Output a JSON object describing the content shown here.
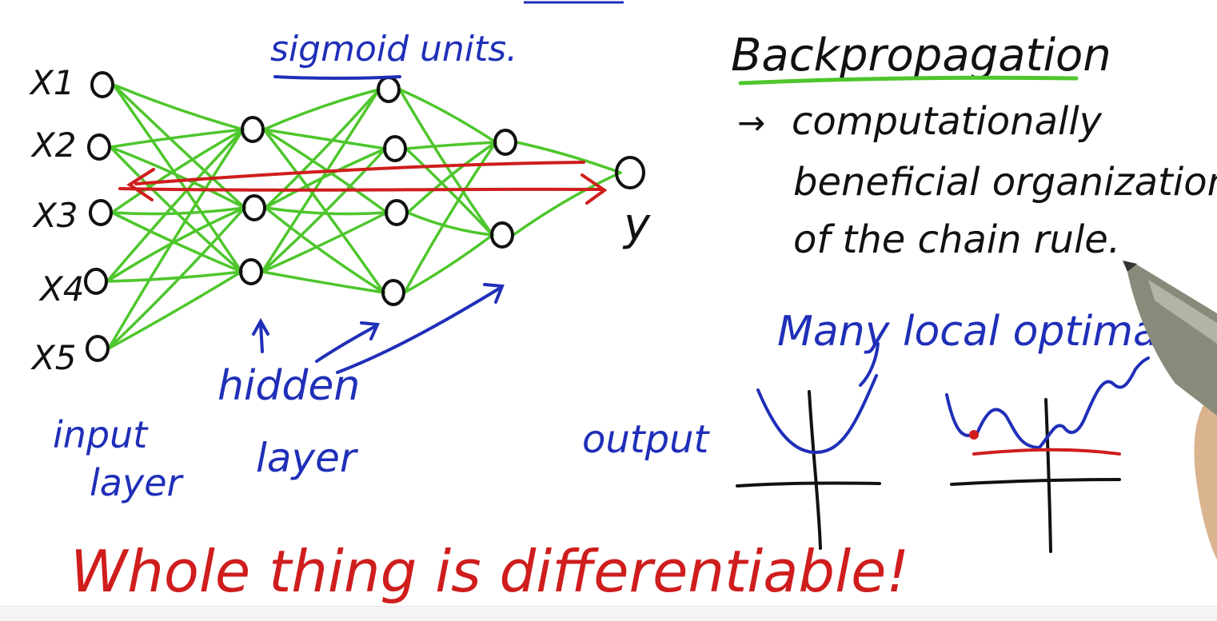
{
  "colors": {
    "ink": "#111111",
    "blue": "#1f2fb8",
    "green": "#4ec62c",
    "red": "#cf1d1d",
    "pen_body": "#8a8a7a",
    "hand": "#d9b48f"
  },
  "network": {
    "inputs": [
      "X1",
      "X2",
      "X3",
      "X4",
      "X5"
    ],
    "output_label": "y",
    "top_label": "sigmoid units.",
    "input_label_1": "input",
    "input_label_2": "layer",
    "hidden_label_1": "hidden",
    "hidden_label_2": "layer",
    "output_text": "output",
    "bottom_text": "Whole thing is differentiable!"
  },
  "notes": {
    "title": "Backpropagation",
    "arrow": "→",
    "line1": "computationally",
    "line2": "beneficial organization",
    "line3": "of the chain rule.",
    "optima": "Many local optima!!!"
  }
}
